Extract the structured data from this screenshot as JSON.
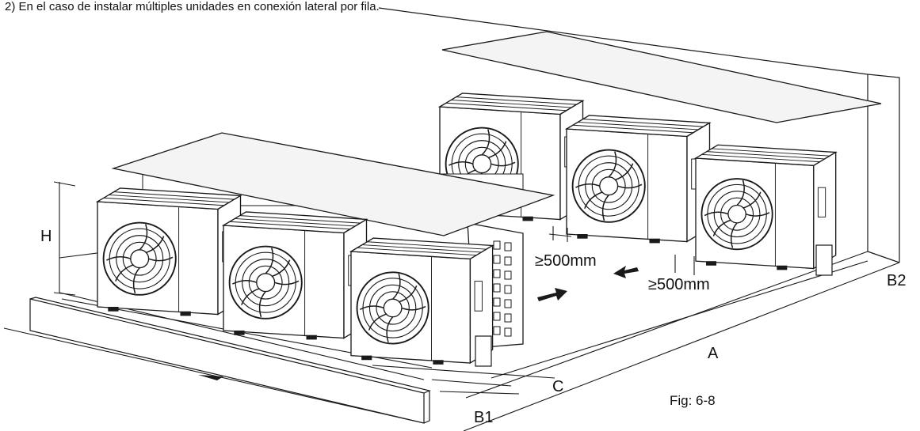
{
  "caption": "2) En el caso de instalar múltiples unidades en conexión lateral por fila.",
  "labels": {
    "H": "H",
    "A": "A",
    "B1": "B1",
    "B2": "B2",
    "C": "C",
    "spacing_1": "≥500mm",
    "spacing_2": "≥500mm",
    "figure": "Fig: 6-8"
  },
  "colors": {
    "line": "#1a1a1a",
    "unit_fill": "#ffffff",
    "canopy_fill": "#f4f4f4"
  }
}
